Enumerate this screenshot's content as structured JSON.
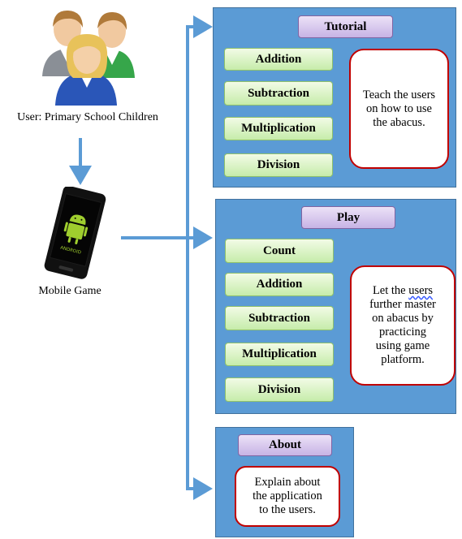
{
  "user_label": "User: Primary School Children",
  "device_label": "Mobile Game",
  "device_screen_text": "ANDROID",
  "colors": {
    "panel": "#5b9bd5",
    "arrow": "#5b9bd5",
    "title_box": "#c7b3e5",
    "item_box": "#c6ecaa",
    "note_border": "#c00000"
  },
  "tutorial": {
    "title": "Tutorial",
    "items": [
      "Addition",
      "Subtraction",
      "Multiplication",
      "Division"
    ],
    "note": "Teach the users\non how to use\nthe abacus."
  },
  "play": {
    "title": "Play",
    "items": [
      "Count",
      "Addition",
      "Subtraction",
      "Multiplication",
      "Division"
    ],
    "note_pre": "Let the ",
    "note_flag": "users",
    "note_post": "\nfurther master\non abacus by\npracticing\nusing game\nplatform."
  },
  "about": {
    "title": "About",
    "note": "Explain about\nthe application\nto the users."
  }
}
